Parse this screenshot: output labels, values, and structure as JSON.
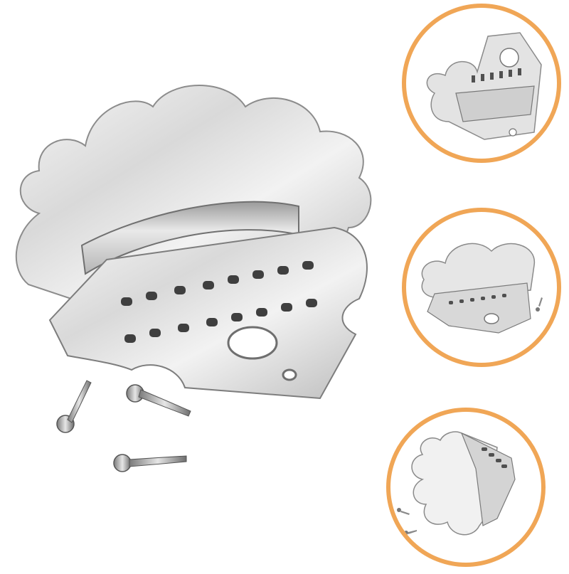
{
  "product": {
    "name": "mandolin-tailpiece",
    "finish": "chrome-silver",
    "accent_ring_color": "#F0A656",
    "background_color": "#FFFFFF"
  },
  "icons": [
    "tailpiece-icon",
    "screw-icon"
  ],
  "thumbnails": [
    {
      "id": "top",
      "view": "front-angle"
    },
    {
      "id": "middle",
      "view": "side-angle-with-screw"
    },
    {
      "id": "bottom",
      "view": "rear-angle-with-screws"
    }
  ]
}
